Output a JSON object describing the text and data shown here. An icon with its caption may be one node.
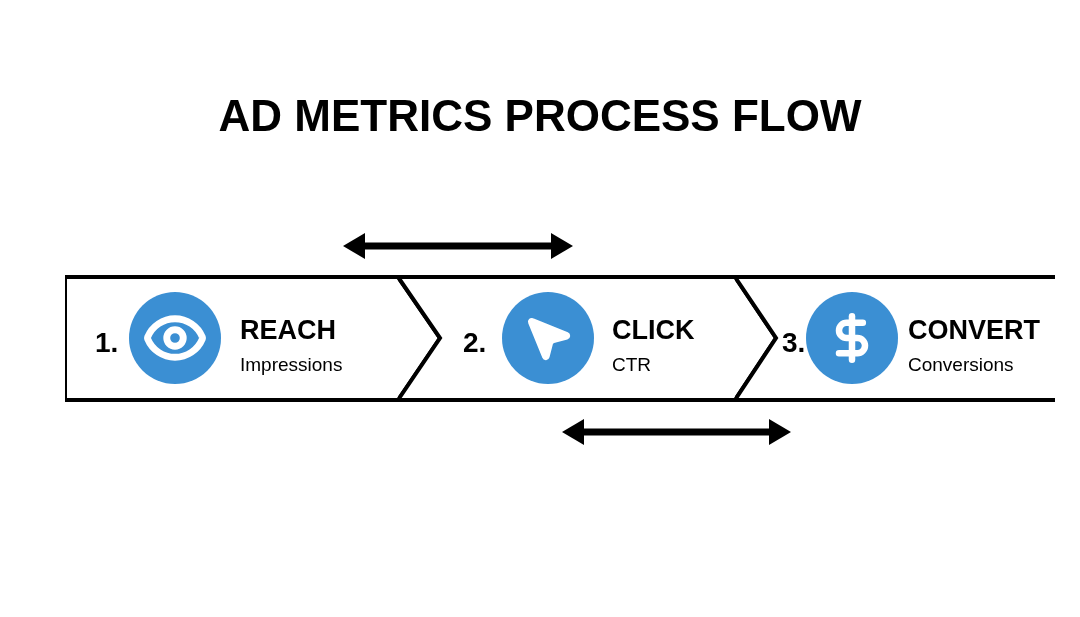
{
  "diagram": {
    "title": "AD METRICS PROCESS FLOW",
    "nodes": [
      {
        "text": [
          "1.",
          "REACH",
          "Impressions"
        ]
      },
      {
        "text": [
          "2.",
          "CLICK",
          "CTR"
        ]
      },
      {
        "text": [
          "3.",
          "CONVERT",
          "Conversions"
        ]
      }
    ]
  }
}
